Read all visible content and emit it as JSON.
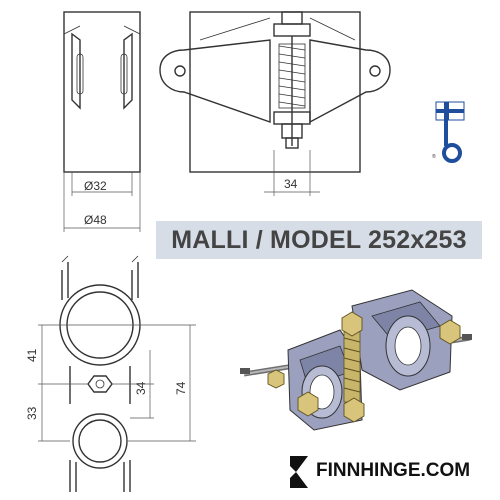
{
  "dimensions": {
    "pipe_small": "Ø32",
    "pipe_large": "Ø48",
    "bolt_width": "34",
    "upper_height": "41",
    "lower_height": "33",
    "offset": "34",
    "total_height": "74"
  },
  "title": "MALLI / MODEL 252x253",
  "brand": "FINNHINGE.COM",
  "colors": {
    "banner_bg": "#d7dde6",
    "steel": "#9aa0bd",
    "bolt": "#c9b56a",
    "flag_blue": "#1f4e9c"
  },
  "icons": [
    "finnish-flag-key-icon",
    "brand-logo-icon"
  ]
}
